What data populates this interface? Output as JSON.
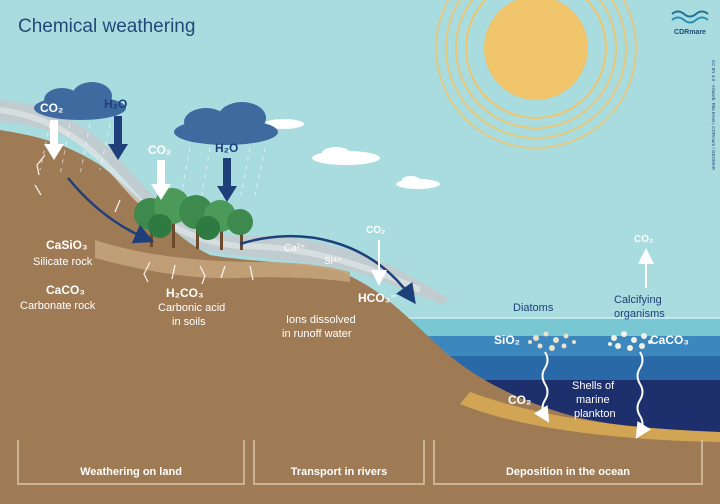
{
  "title": "Chemical weathering",
  "brand": {
    "name": "CDRmare"
  },
  "credit": "CC BY 4.0 · Artwork: Rita Erven, CDRmare / GEOMAR",
  "colors": {
    "sky": "#a9dcdf",
    "land": "#9e7b55",
    "ocean_surface": "#79c7d2",
    "ocean_mid": "#2a69a8",
    "ocean_deep": "#1d2f6d",
    "sun": "#f0c46b",
    "navy_text": "#1f3f7a"
  },
  "land": {
    "co2_label_1": "CO₂",
    "h2o_label_1": "H₂O",
    "co2_label_2": "CO₂",
    "h2o_label_2": "H₂O",
    "silicate_formula": "CaSiO₃",
    "silicate_name": "Silicate rock",
    "carbonate_formula": "CaCO₃",
    "carbonate_name": "Carbonate rock",
    "carbonic_formula": "H₂CO₃",
    "carbonic_line1": "Carbonic acid",
    "carbonic_line2": "in soils"
  },
  "river": {
    "ca_ion": "Ca²⁺",
    "si_ion": "Si⁴⁺",
    "co2_label": "CO₂",
    "hco3_label": "HCO₃⁻",
    "ions_line1": "Ions dissolved",
    "ions_line2": "in runoff water"
  },
  "ocean": {
    "co2_up_label": "CO₂",
    "diatoms": "Diatoms",
    "calcifying_line1": "Calcifying",
    "calcifying_line2": "organisms",
    "sio2": "SiO₂",
    "caco3": "CaCO₃",
    "co2_down": "CO₂",
    "shells_line1": "Shells of",
    "shells_line2": "marine",
    "shells_line3": "plankton"
  },
  "sections": [
    "Weathering on land",
    "Transport in rivers",
    "Deposition in the ocean"
  ]
}
